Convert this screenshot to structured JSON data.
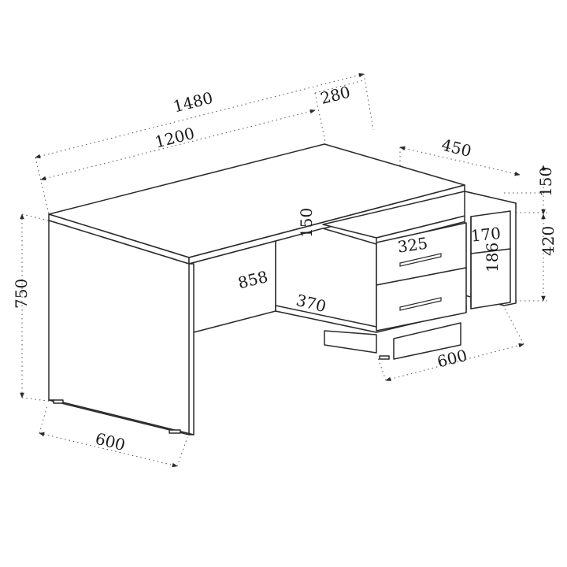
{
  "dimensions": {
    "total_width": "1480",
    "return_depth": "280",
    "desk_width": "1200",
    "cabinet_width": "450",
    "shelf_height_top": "150",
    "cabinet_height": "420",
    "desk_height": "750",
    "desk_depth": "600",
    "cabinet_depth": "600",
    "inner_depth": "858",
    "drawer_height": "150",
    "drawer_width": "325",
    "drawer_depth": "370",
    "shelf_width": "170",
    "shelf_height": "186"
  },
  "colors": {
    "line": "#2b2b2b",
    "background": "#ffffff"
  }
}
